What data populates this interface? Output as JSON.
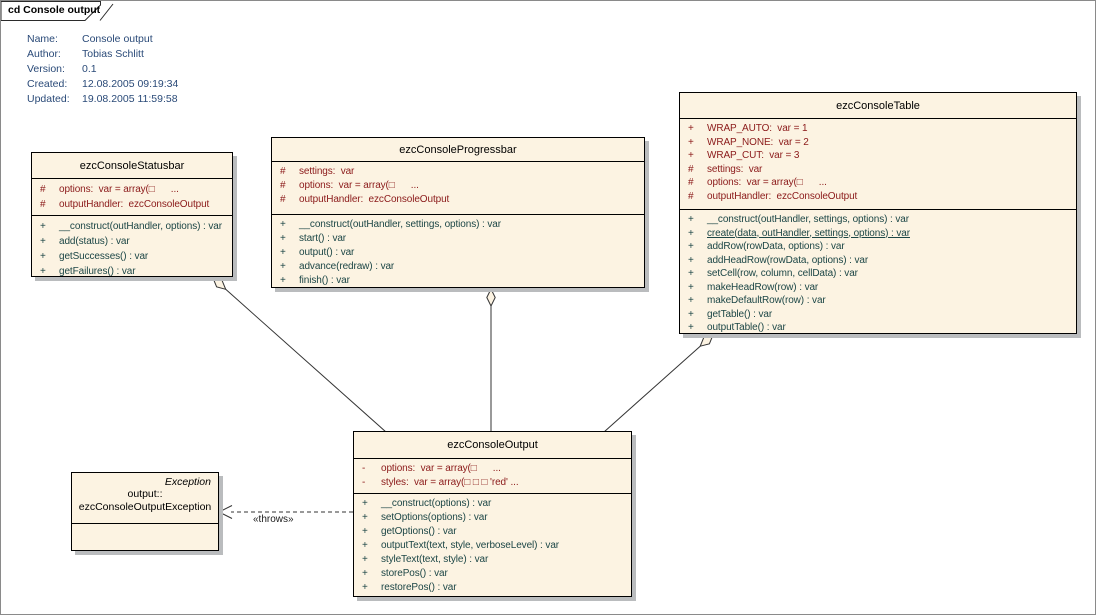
{
  "frame": {
    "label": "cd Console output"
  },
  "metadata": [
    {
      "label": "Name:",
      "value": "Console output"
    },
    {
      "label": "Author:",
      "value": "Tobias Schlitt"
    },
    {
      "label": "Version:",
      "value": "0.1"
    },
    {
      "label": "Created:",
      "value": "12.08.2005 09:19:34"
    },
    {
      "label": "Updated:",
      "value": "19.08.2005 11:59:58"
    }
  ],
  "classes": {
    "statusbar": {
      "title": "ezcConsoleStatusbar",
      "attributes": [
        {
          "v": "#",
          "text": "options:  var = array(□      ..."
        },
        {
          "v": "#",
          "text": "outputHandler:  ezcConsoleOutput"
        }
      ],
      "methods": [
        {
          "v": "+",
          "text": "__construct(outHandler, options) : var"
        },
        {
          "v": "+",
          "text": "add(status) : var"
        },
        {
          "v": "+",
          "text": "getSuccesses() : var"
        },
        {
          "v": "+",
          "text": "getFailures() : var"
        }
      ]
    },
    "progressbar": {
      "title": "ezcConsoleProgressbar",
      "attributes": [
        {
          "v": "#",
          "text": "settings:  var"
        },
        {
          "v": "#",
          "text": "options:  var = array(□      ..."
        },
        {
          "v": "#",
          "text": "outputHandler:  ezcConsoleOutput"
        }
      ],
      "methods": [
        {
          "v": "+",
          "text": "__construct(outHandler, settings, options) : var"
        },
        {
          "v": "+",
          "text": "start() : var"
        },
        {
          "v": "+",
          "text": "output() : var"
        },
        {
          "v": "+",
          "text": "advance(redraw) : var"
        },
        {
          "v": "+",
          "text": "finish() : var"
        }
      ]
    },
    "table": {
      "title": "ezcConsoleTable",
      "attributes": [
        {
          "v": "+",
          "text": "WRAP_AUTO:  var = 1"
        },
        {
          "v": "+",
          "text": "WRAP_NONE:  var = 2"
        },
        {
          "v": "+",
          "text": "WRAP_CUT:  var = 3"
        },
        {
          "v": "#",
          "text": "settings:  var"
        },
        {
          "v": "#",
          "text": "options:  var = array(□      ..."
        },
        {
          "v": "#",
          "text": "outputHandler:  ezcConsoleOutput"
        }
      ],
      "methods": [
        {
          "v": "+",
          "text": "__construct(outHandler, settings, options) : var"
        },
        {
          "v": "+",
          "text": "create(data, outHandler, settings, options) : var",
          "u": true
        },
        {
          "v": "+",
          "text": "addRow(rowData, options) : var"
        },
        {
          "v": "+",
          "text": "addHeadRow(rowData, options) : var"
        },
        {
          "v": "+",
          "text": "setCell(row, column, cellData) : var"
        },
        {
          "v": "+",
          "text": "makeHeadRow(row) : var"
        },
        {
          "v": "+",
          "text": "makeDefaultRow(row) : var"
        },
        {
          "v": "+",
          "text": "getTable() : var"
        },
        {
          "v": "+",
          "text": "outputTable() : var"
        }
      ]
    },
    "output": {
      "title": "ezcConsoleOutput",
      "attributes": [
        {
          "v": "-",
          "text": "options:  var = array(□      ..."
        },
        {
          "v": "-",
          "text": "styles:  var = array(□ □ □ 'red' ..."
        }
      ],
      "methods": [
        {
          "v": "+",
          "text": "__construct(options) : var"
        },
        {
          "v": "+",
          "text": "setOptions(options) : var"
        },
        {
          "v": "+",
          "text": "getOptions() : var"
        },
        {
          "v": "+",
          "text": "outputText(text, style, verboseLevel) : var"
        },
        {
          "v": "+",
          "text": "styleText(text, style) : var"
        },
        {
          "v": "+",
          "text": "storePos() : var"
        },
        {
          "v": "+",
          "text": "restorePos() : var"
        }
      ]
    },
    "exception": {
      "stereotype": "Exception",
      "namespace": "output::",
      "name": "ezcConsoleOutputException"
    }
  },
  "connectors": {
    "throws_label": "«throws»"
  },
  "colors": {
    "box_fill": "#FCF3E2",
    "box_border": "#000000",
    "box_shadow": "#BABCBE",
    "attribute_text": "#8B1A1A",
    "method_text": "#1C4646",
    "metadata_text": "#2A4A78",
    "canvas_border": "#8A8A8A"
  }
}
